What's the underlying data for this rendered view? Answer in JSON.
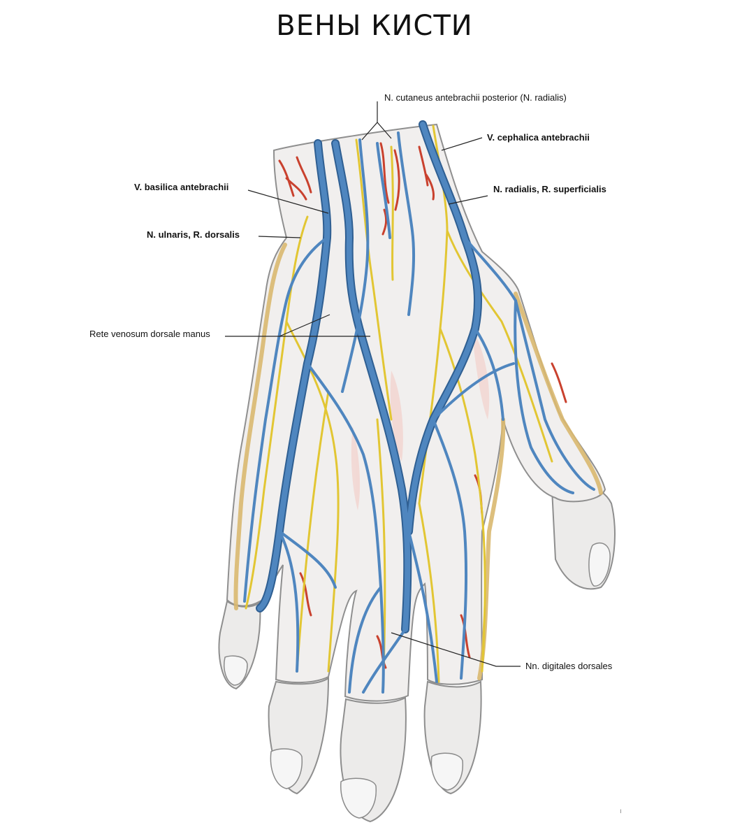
{
  "title": "ВЕНЫ КИСТИ",
  "labels": {
    "n_cutaneus": "N. cutaneus antebrachii posterior (N. radialis)",
    "v_cephalica": "V. cephalica antebrachii",
    "v_basilica": "V. basilica antebrachii",
    "n_radialis": "N. radialis, R. superficialis",
    "n_ulnaris": "N. ulnaris, R. dorsalis",
    "rete": "Rete venosum dorsale manus",
    "nn_digitales": "Nn. digitales dorsales"
  },
  "corner_mark": "ı",
  "colors": {
    "vein": "#4f86bf",
    "vein_dark": "#2f5f92",
    "nerve": "#e0c433",
    "artery": "#c9412e",
    "skin": "#ece9e7",
    "skin_edge": "#9a9a9a",
    "fat": "#dcc089"
  }
}
